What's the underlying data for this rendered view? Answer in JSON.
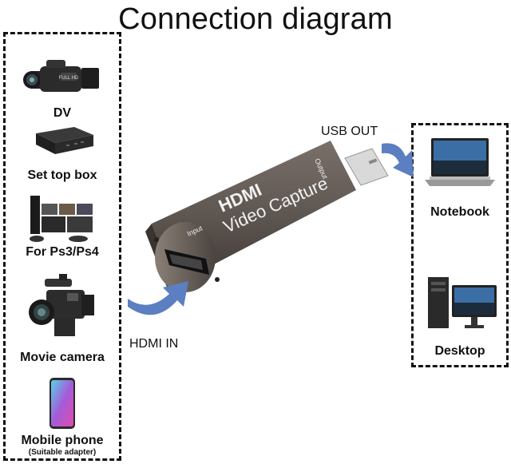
{
  "title": "Connection diagram",
  "sources": [
    {
      "label": "DV",
      "icon": "camcorder-icon"
    },
    {
      "label": "Set top box",
      "icon": "set-top-box-icon"
    },
    {
      "label": "For Ps3/Ps4",
      "icon": "game-console-icon"
    },
    {
      "label": "Movie camera",
      "icon": "movie-camera-icon"
    },
    {
      "label": "Mobile phone",
      "sublabel": "(Suitable adapter)",
      "icon": "mobile-phone-icon"
    }
  ],
  "targets": [
    {
      "label": "Notebook",
      "icon": "laptop-icon"
    },
    {
      "label": "Desktop",
      "icon": "desktop-computer-icon"
    }
  ],
  "device": {
    "brand": "HDMI",
    "name": "Video Capture",
    "input_port_label": "Input",
    "output_port_label": "Output",
    "badge_text": "FULL HD"
  },
  "flows": {
    "input_label": "HDMI IN",
    "output_label": "USB OUT"
  },
  "colors": {
    "arrow": "#5b7fc0",
    "device_body": "#5f5752",
    "box_border": "#111111"
  }
}
